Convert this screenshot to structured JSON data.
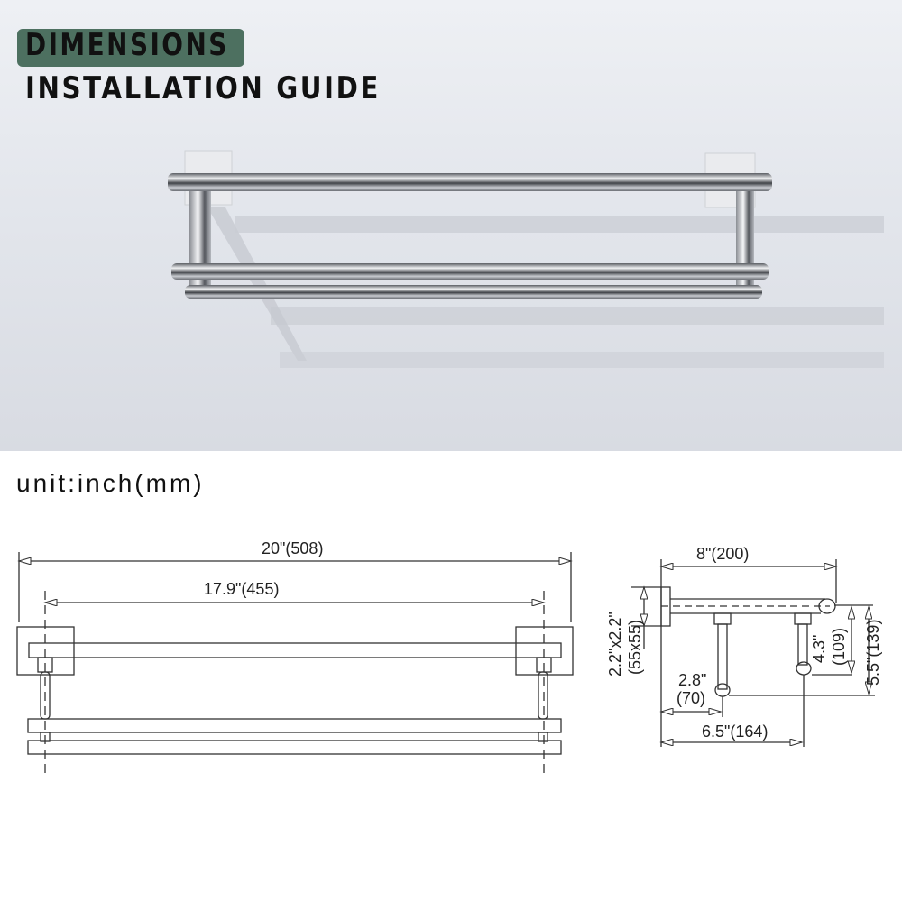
{
  "header": {
    "title_badge": "DIMENSIONS",
    "subtitle": "INSTALLATION GUIDE",
    "badge_color": "#4d7060"
  },
  "photo": {
    "subject": "stainless steel double towel rack with shelf bar mounted on wall"
  },
  "diagram": {
    "unit_label": "unit:inch(mm)",
    "front_view": {
      "overall_width": "20\"(508)",
      "mount_center_width": "17.9\"(455)"
    },
    "side_view": {
      "depth": "8\"(200)",
      "base_plate": "2.2\"x2.2\"",
      "base_plate_mm": "(55x55)",
      "front_bar_drop": "4.3\"",
      "front_bar_drop_mm": "(109)",
      "rear_bar_drop": "5.5\"(139)",
      "rear_bar_offset": "2.8\"",
      "rear_bar_offset_mm": "(70)",
      "front_bar_offset": "6.5\"(164)"
    }
  }
}
